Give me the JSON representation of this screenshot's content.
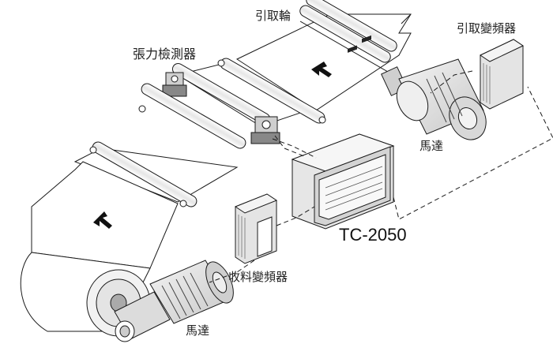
{
  "labels": {
    "pull_roller": "引取輪",
    "pull_inverter": "引取變頻器",
    "tension_detector": "張力檢測器",
    "motor_top": "馬達",
    "controller_model": "TC-2050",
    "winding_inverter": "收料變頻器",
    "motor_bottom": "馬達"
  },
  "colors": {
    "line": "#1a1a1a",
    "fill": "#ffffff",
    "shade": "#d9d9d9",
    "dark": "#555555"
  },
  "icons": {
    "web_direction_arrow": "arrow-down-left"
  }
}
